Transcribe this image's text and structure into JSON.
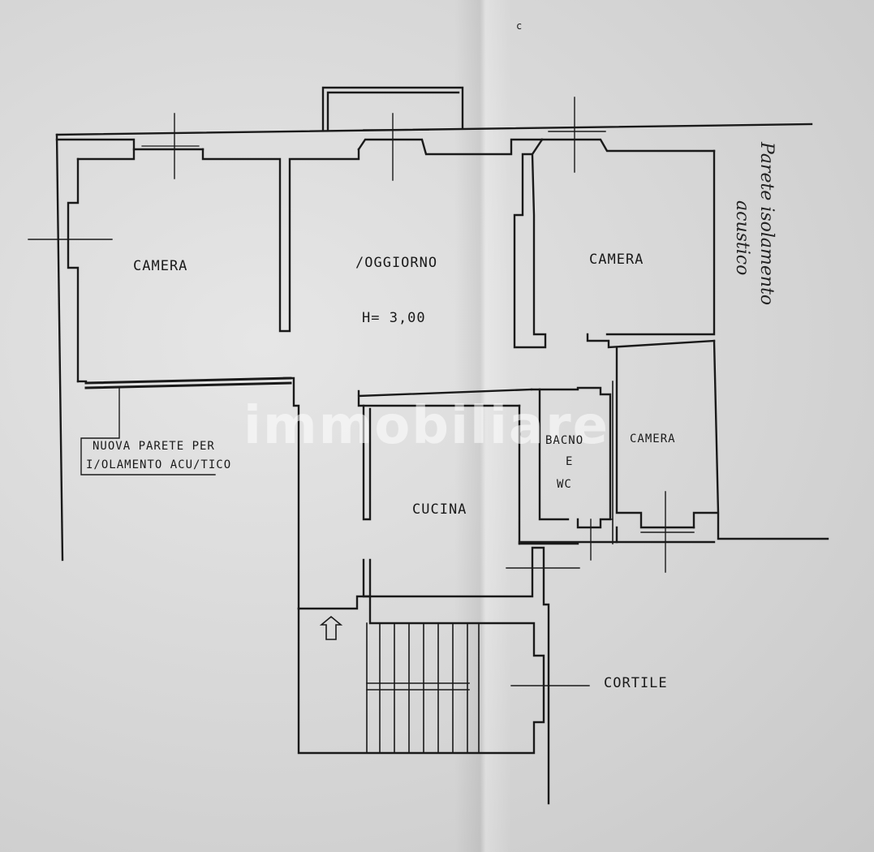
{
  "page": {
    "mark": "c"
  },
  "rooms": {
    "camera_left": "CAMERA",
    "soggiorno": "/OGGIORNO",
    "height": "H= 3,00",
    "camera_top_right": "CAMERA",
    "camera_bottom_right": "CAMERA",
    "bagno": "BACNO",
    "bagno_e": "E",
    "bagno_wc": "WC",
    "cucina": "CUCINA",
    "cortile": "CORTILE"
  },
  "notes": {
    "wall_note_line1": "NUOVA PARETE PER",
    "wall_note_line2": "I/OLAMENTO ACU/TICO",
    "hand_line1": "Parete isolamento",
    "hand_line2": "acustico"
  },
  "watermark": "immobiliare",
  "colors": {
    "ink": "#1a1a1a",
    "paper": "#d9d9d9"
  }
}
